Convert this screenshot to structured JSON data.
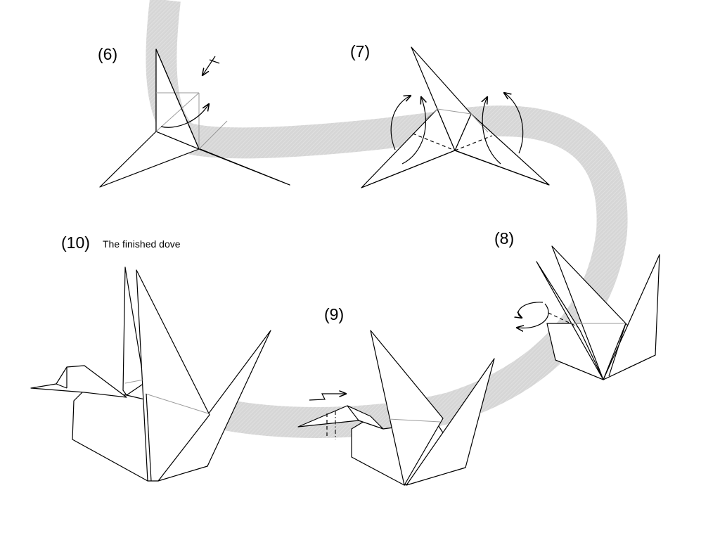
{
  "steps": [
    {
      "label": "(6)"
    },
    {
      "label": "(7)"
    },
    {
      "label": "(8)"
    },
    {
      "label": "(9)"
    },
    {
      "label": "(10)",
      "caption": "The finished dove"
    }
  ],
  "colors": {
    "path_band": "#dcdcdc",
    "paper": "#ffffff",
    "line": "#000000",
    "crease": "#9a9a9a"
  }
}
